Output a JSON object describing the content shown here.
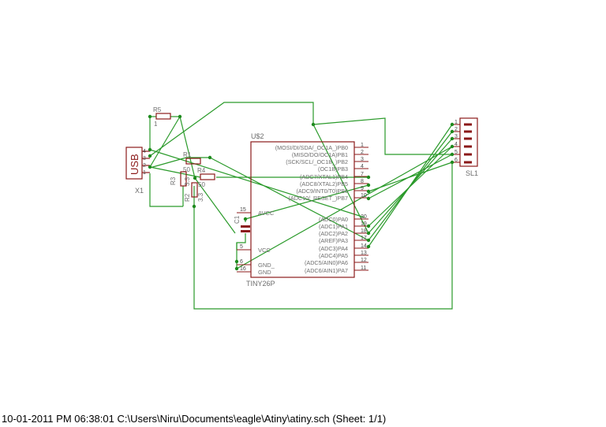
{
  "colors": {
    "wire": "#2a9a2a",
    "part": "#8b1a1a",
    "text": "#6e6e6e",
    "junction": "#1e8a1e"
  },
  "footer": {
    "text": "10-01-2011 PM 06:38:01  C:\\Users\\Niru\\Documents\\eagle\\Atiny\\atiny.sch (Sheet: 1/1)"
  },
  "x1": {
    "label": "USB",
    "name": "X1",
    "pins": [
      "4",
      "3",
      "2",
      "1"
    ]
  },
  "r5": {
    "name": "R5",
    "value": "1"
  },
  "r1": {
    "name": "R1",
    "value": "50"
  },
  "r3": {
    "name": "R3",
    "value": "3.3"
  },
  "r4": {
    "name": "R4",
    "value": "50"
  },
  "r2": {
    "name": "R2",
    "value": "3.3"
  },
  "c1": {
    "name": "C1"
  },
  "ic": {
    "name": "U$2",
    "value": "TINY26P",
    "right_pins": [
      {
        "label": "(MOSI/DI/SDA/_OC1A_)PB0",
        "num": "1"
      },
      {
        "label": "(MISO/DO/OC1A)PB1",
        "num": "2"
      },
      {
        "label": "(SCK/SCL/_OC1B_)PB2",
        "num": "3"
      },
      {
        "label": "(OC1B)PB3",
        "num": "4"
      },
      {
        "label": "(ADC7/XTAL1)PB4",
        "num": "7"
      },
      {
        "label": "(ADC8/XTAL2)PB5",
        "num": "8"
      },
      {
        "label": "(ADC9/INT0/T0)PB6",
        "num": "9"
      },
      {
        "label": "(ADC10/_RESET_)PB7",
        "num": "10"
      },
      {
        "label": "(ADC0)PA0",
        "num": "20"
      },
      {
        "label": "(ADC1)PA1",
        "num": "19"
      },
      {
        "label": "(ADC2)PA2",
        "num": "18"
      },
      {
        "label": "(AREF)PA3",
        "num": "17"
      },
      {
        "label": "(ADC3)PA4",
        "num": "14"
      },
      {
        "label": "(ADC4)PA5",
        "num": "13"
      },
      {
        "label": "(ADC5/AIN0)PA6",
        "num": "12"
      },
      {
        "label": "(ADC6/AIN1)PA7",
        "num": "11"
      }
    ],
    "left_pins": [
      {
        "label": "AVCC",
        "num": "15"
      },
      {
        "label": "VCC",
        "num": "5"
      },
      {
        "label": "GND_",
        "num": "6"
      },
      {
        "label": "GND",
        "num": "16"
      }
    ]
  },
  "sl1": {
    "name": "SL1",
    "pins": [
      "1",
      "2",
      "3",
      "4",
      "5",
      "6"
    ]
  }
}
